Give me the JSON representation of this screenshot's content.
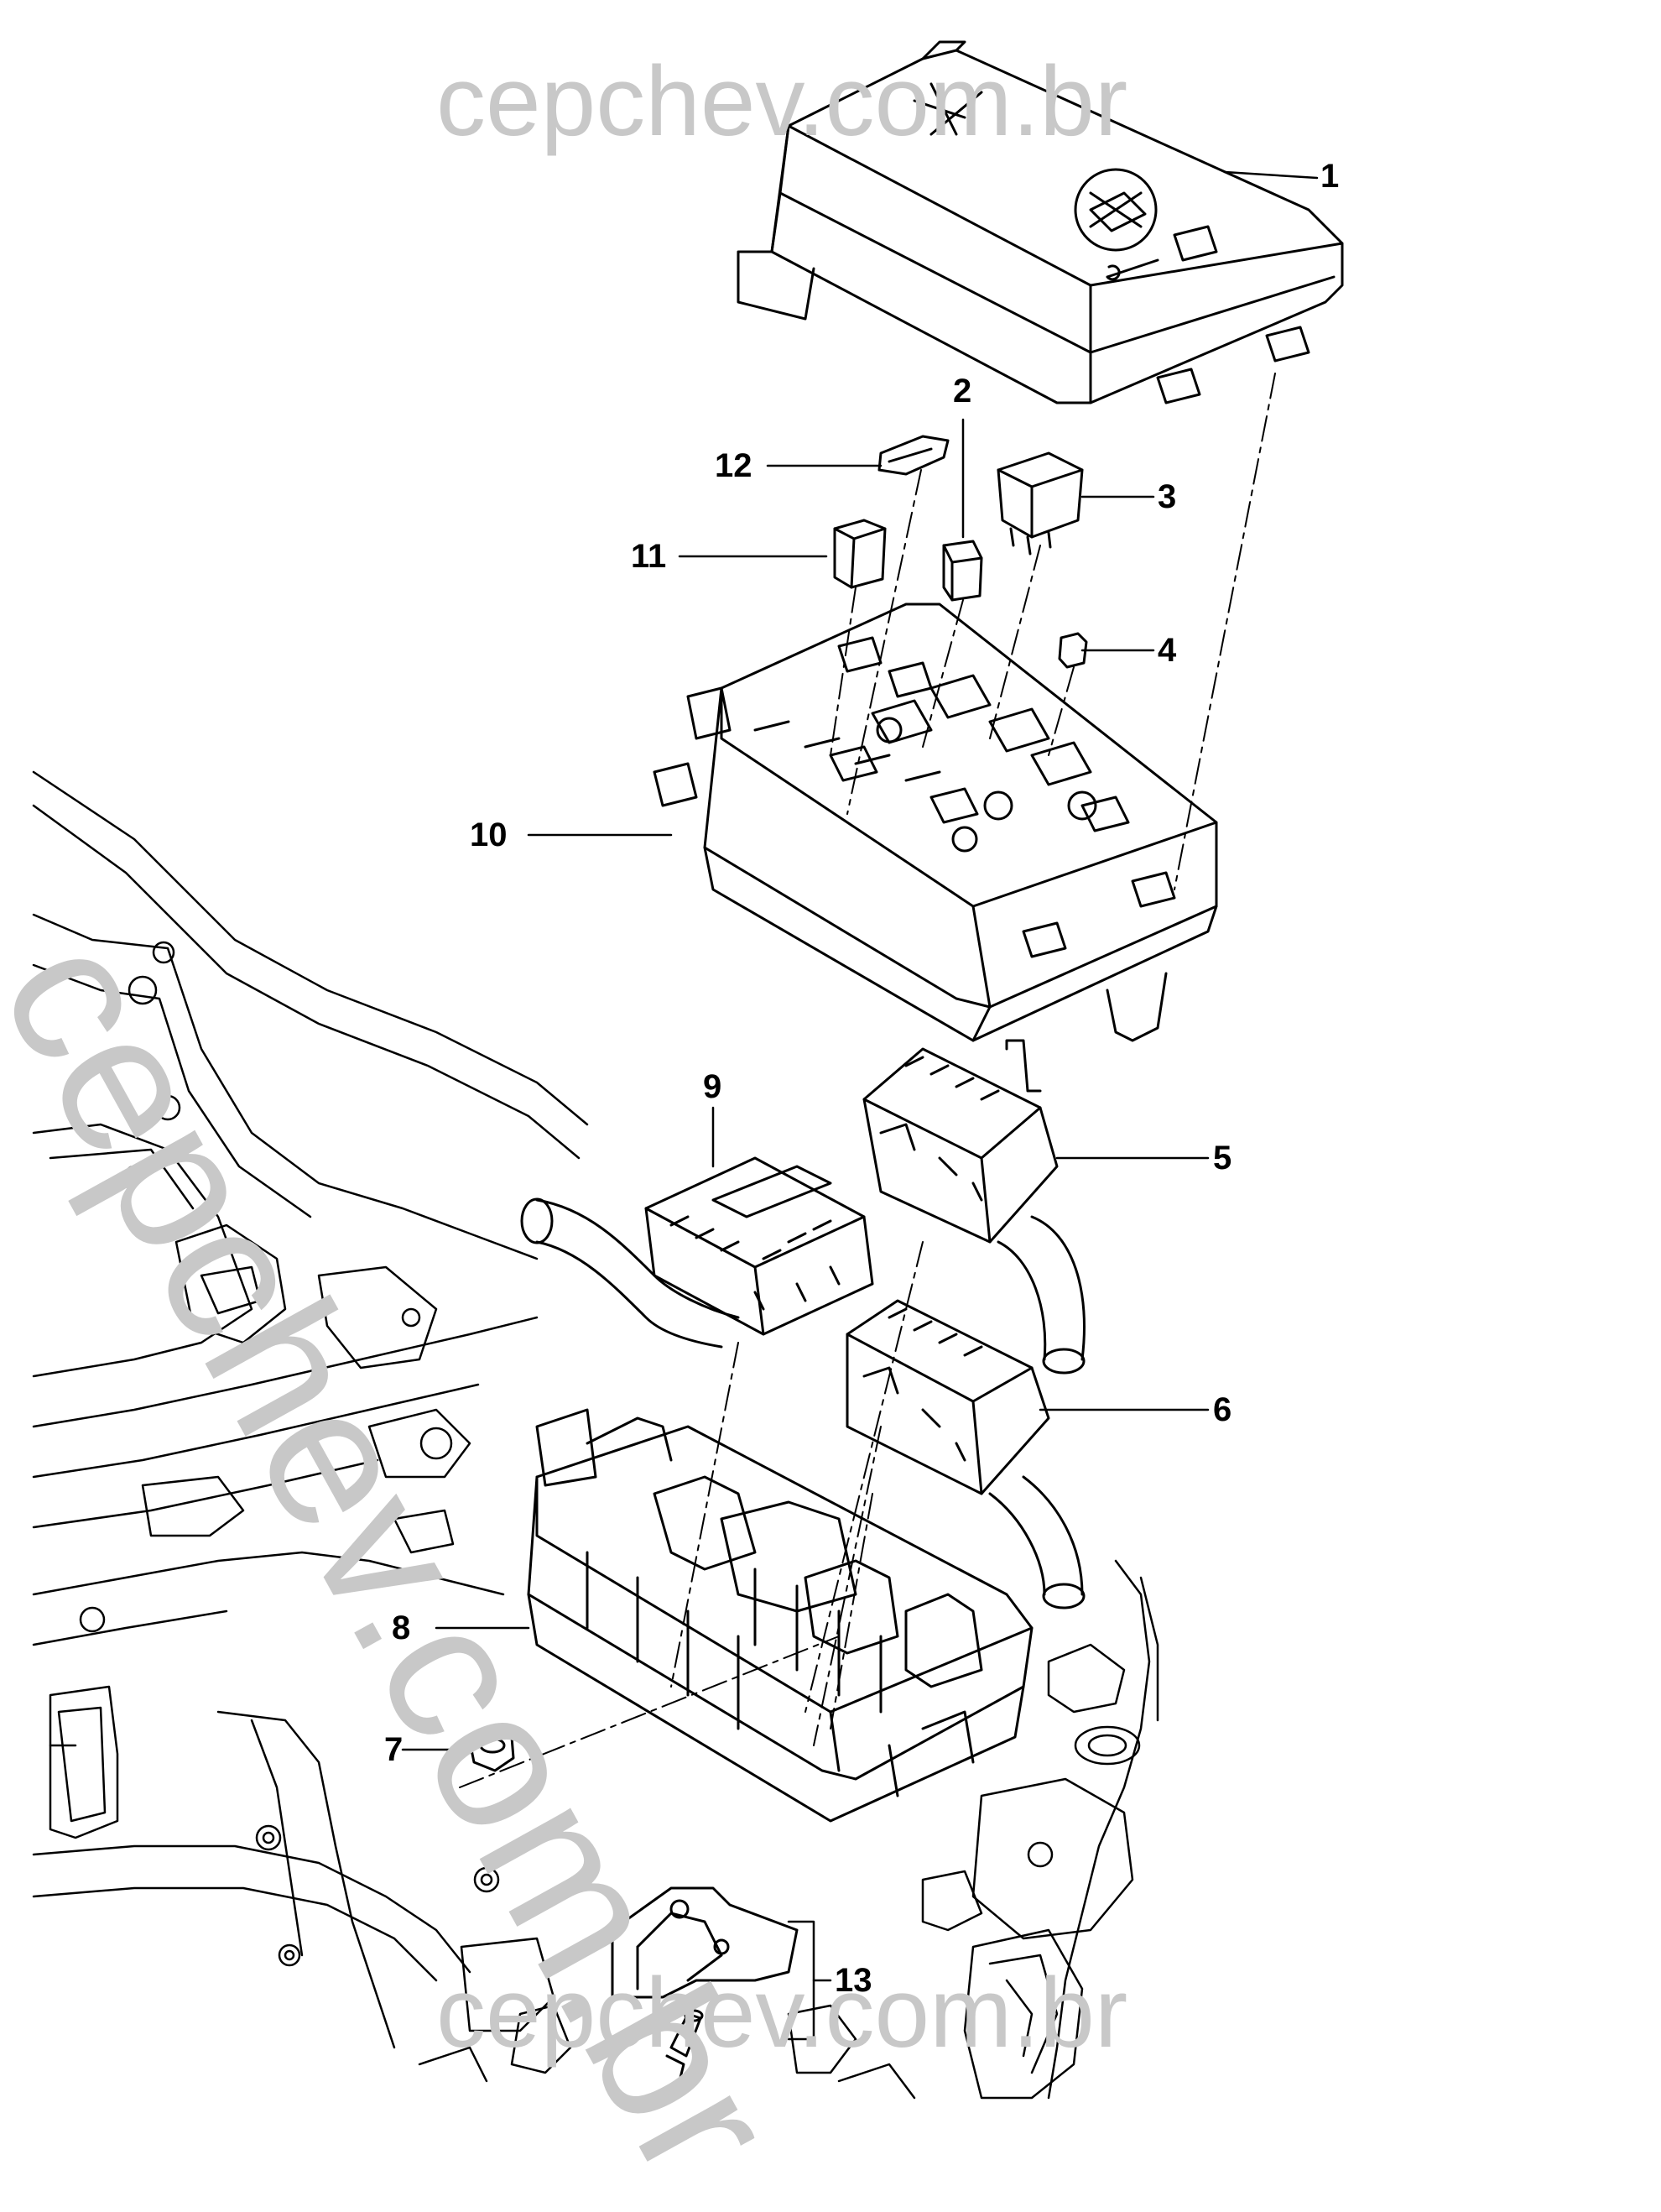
{
  "watermark": {
    "top": "cepchev.com.br",
    "diagonal": "cepchev.com.br",
    "bottom": "cepchev.com.br"
  },
  "callouts": {
    "c1": "1",
    "c2": "2",
    "c3": "3",
    "c4": "4",
    "c5": "5",
    "c6": "6",
    "c7": "7",
    "c8": "8",
    "c9": "9",
    "c10": "10",
    "c11": "11",
    "c12": "12",
    "c13": "13"
  },
  "colors": {
    "line": "#000000",
    "watermark": "#c8c8c8",
    "background": "#ffffff"
  }
}
